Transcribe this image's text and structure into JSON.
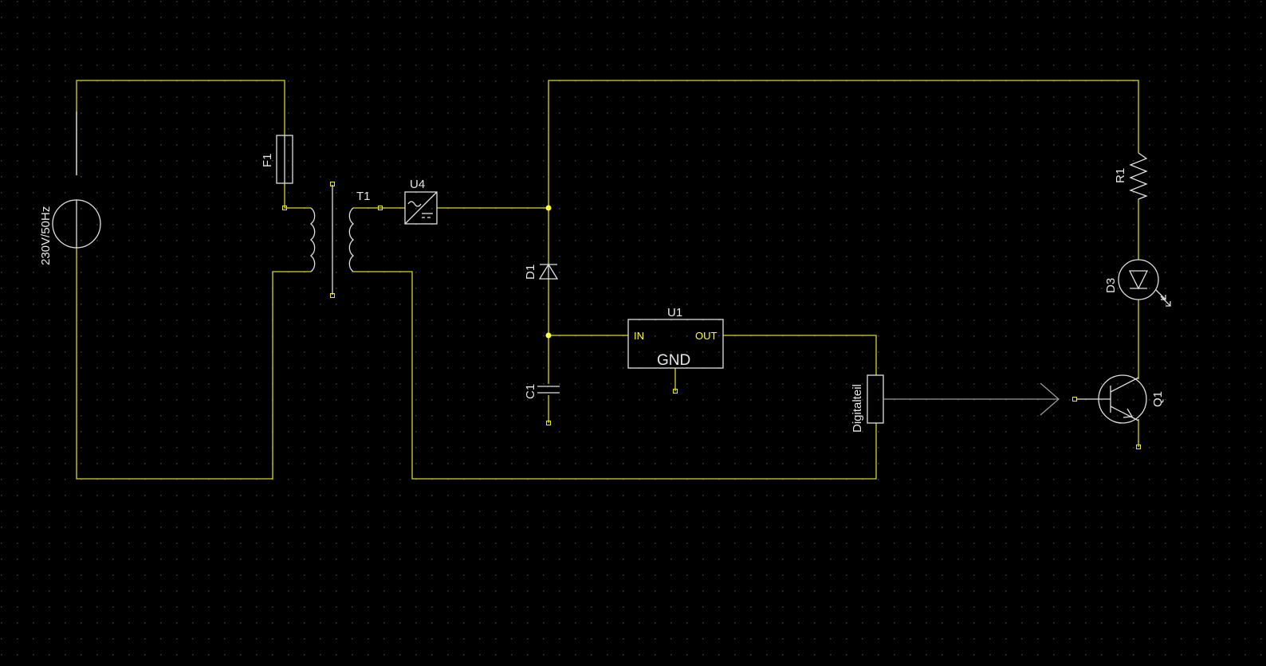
{
  "colors": {
    "background": "#000000",
    "grid_dot": "#3a3a3a",
    "wire": "#d8d820",
    "component": "#e0e0e0",
    "junction": "#ffff33",
    "pin_label": "#ffff33"
  },
  "components": {
    "source": {
      "label": "230V/50Hz",
      "icon": "ac-source-icon"
    },
    "fuse": {
      "label": "F1",
      "icon": "fuse-icon"
    },
    "transformer": {
      "label": "T1",
      "icon": "transformer-icon"
    },
    "converter": {
      "label": "U4",
      "icon": "ac-dc-converter-icon"
    },
    "diode": {
      "label": "D1",
      "icon": "diode-icon"
    },
    "capacitor": {
      "label": "C1",
      "icon": "capacitor-icon"
    },
    "regulator": {
      "label": "U1",
      "pin_in": "IN",
      "pin_out": "OUT",
      "pin_gnd": "GND",
      "icon": "voltage-regulator-icon"
    },
    "connector": {
      "label": "Digitalteil",
      "icon": "connector-icon"
    },
    "resistor": {
      "label": "R1",
      "icon": "resistor-icon"
    },
    "led": {
      "label": "D3",
      "icon": "led-icon"
    },
    "transistor": {
      "label": "Q1",
      "icon": "npn-transistor-icon"
    }
  }
}
